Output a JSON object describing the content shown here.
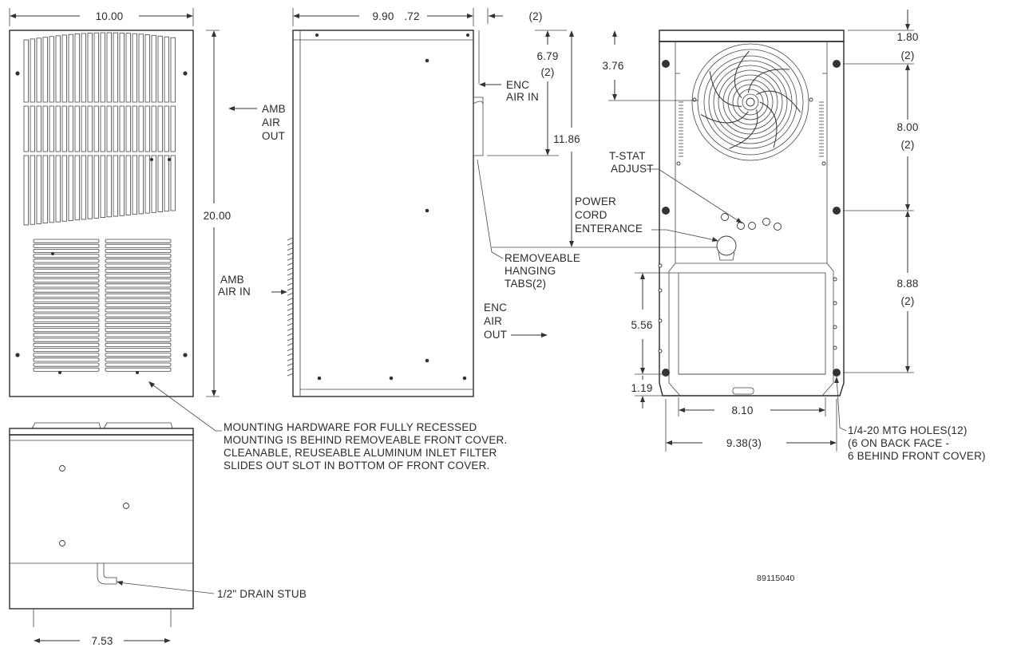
{
  "drawing_id": "89115040",
  "dimensions": {
    "front_width": "10.00",
    "front_height": "20.00",
    "side_depth": "9.90",
    "side_offset": ".72",
    "tab_count_top": "(2)",
    "side_upper": "6.79",
    "side_upper_count": "(2)",
    "side_total": "11.86",
    "back_fan_offset": "3.76",
    "back_top": "1.80",
    "back_top_count": "(2)",
    "back_mid": "8.00",
    "back_mid_count": "(2)",
    "back_low": "8.88",
    "back_low_count": "(2)",
    "back_slot_height": "5.56",
    "back_bottom": "1.19",
    "back_inner_width": "8.10",
    "back_width": "9.38(3)",
    "bottom_width": "7.53"
  },
  "labels": {
    "amb_air_out": [
      "AMB",
      "AIR",
      "OUT"
    ],
    "amb_air_in": [
      "AMB",
      "AIR IN"
    ],
    "enc_air_in": [
      "ENC",
      "AIR IN"
    ],
    "enc_air_out": [
      "ENC",
      "AIR",
      "OUT"
    ],
    "tstat": [
      "T-STAT",
      "ADJUST"
    ],
    "power_cord": [
      "POWER",
      "CORD",
      "ENTERANCE"
    ],
    "hanging_tabs": [
      "REMOVEABLE",
      "HANGING",
      "TABS(2)"
    ],
    "mtg_holes": [
      "1/4-20 MTG HOLES(12)",
      "(6 ON BACK FACE -",
      "6 BEHIND FRONT COVER)"
    ],
    "mounting_note": [
      "MOUNTING HARDWARE FOR FULLY RECESSED",
      "MOUNTING IS BEHIND REMOVEABLE FRONT COVER.",
      "CLEANABLE, REUSEABLE ALUMINUM INLET FILTER",
      "SLIDES OUT SLOT IN BOTTOM OF FRONT COVER."
    ],
    "drain": "1/2\" DRAIN STUB"
  }
}
